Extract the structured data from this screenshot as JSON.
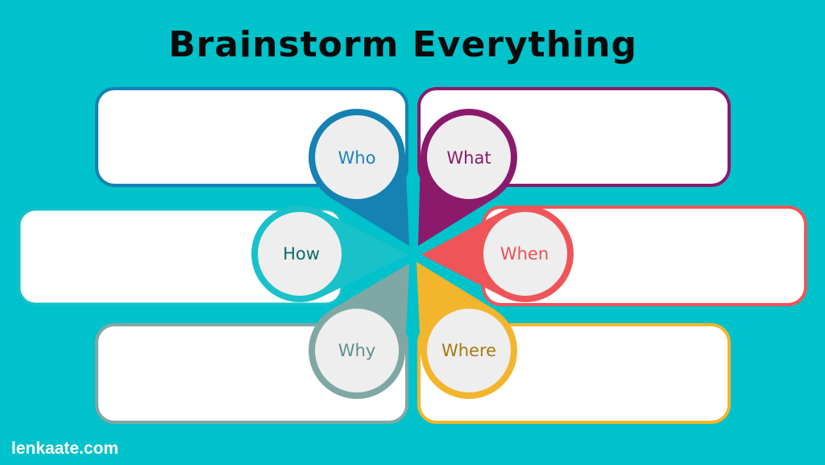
{
  "title": "Brainstorm Everything",
  "footer": "lenkaate.com",
  "colors": {
    "background": "#00c2cb",
    "who": "#1681b3",
    "what": "#8b1a6b",
    "how": "#19c1c9",
    "when": "#ef5558",
    "why": "#7fa8a5",
    "where": "#f2b52c",
    "circle_fill": "#eeeeee"
  },
  "nodes": {
    "who": {
      "label": "Who",
      "text_color": "#1a84b6"
    },
    "what": {
      "label": "What",
      "text_color": "#8b1a6b"
    },
    "how": {
      "label": "How",
      "text_color": "#0e6b6b"
    },
    "when": {
      "label": "When",
      "text_color": "#ea4f55"
    },
    "why": {
      "label": "Why",
      "text_color": "#5f8f8b"
    },
    "where": {
      "label": "Where",
      "text_color": "#a67810"
    }
  }
}
